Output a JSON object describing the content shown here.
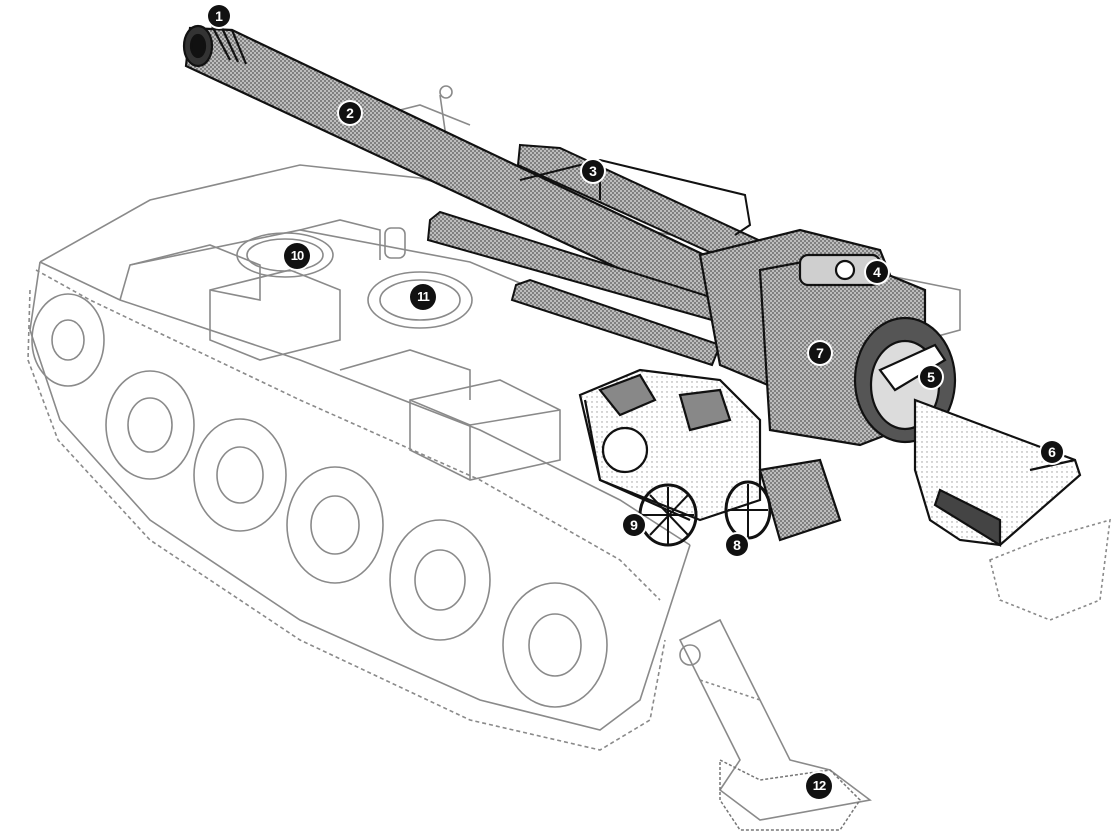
{
  "callouts": [
    {
      "id": "c1",
      "label": "1"
    },
    {
      "id": "c2",
      "label": "2"
    },
    {
      "id": "c3",
      "label": "3"
    },
    {
      "id": "c4",
      "label": "4"
    },
    {
      "id": "c5",
      "label": "5"
    },
    {
      "id": "c6",
      "label": "6"
    },
    {
      "id": "c7",
      "label": "7"
    },
    {
      "id": "c8",
      "label": "8"
    },
    {
      "id": "c9",
      "label": "9"
    },
    {
      "id": "c10",
      "label": "10"
    },
    {
      "id": "c11",
      "label": "11"
    },
    {
      "id": "c12",
      "label": "12"
    }
  ],
  "colors": {
    "ink": "#111111",
    "hull_line": "#9a9a9a",
    "gun_fill": "#8c8c8c",
    "background": "#ffffff"
  }
}
